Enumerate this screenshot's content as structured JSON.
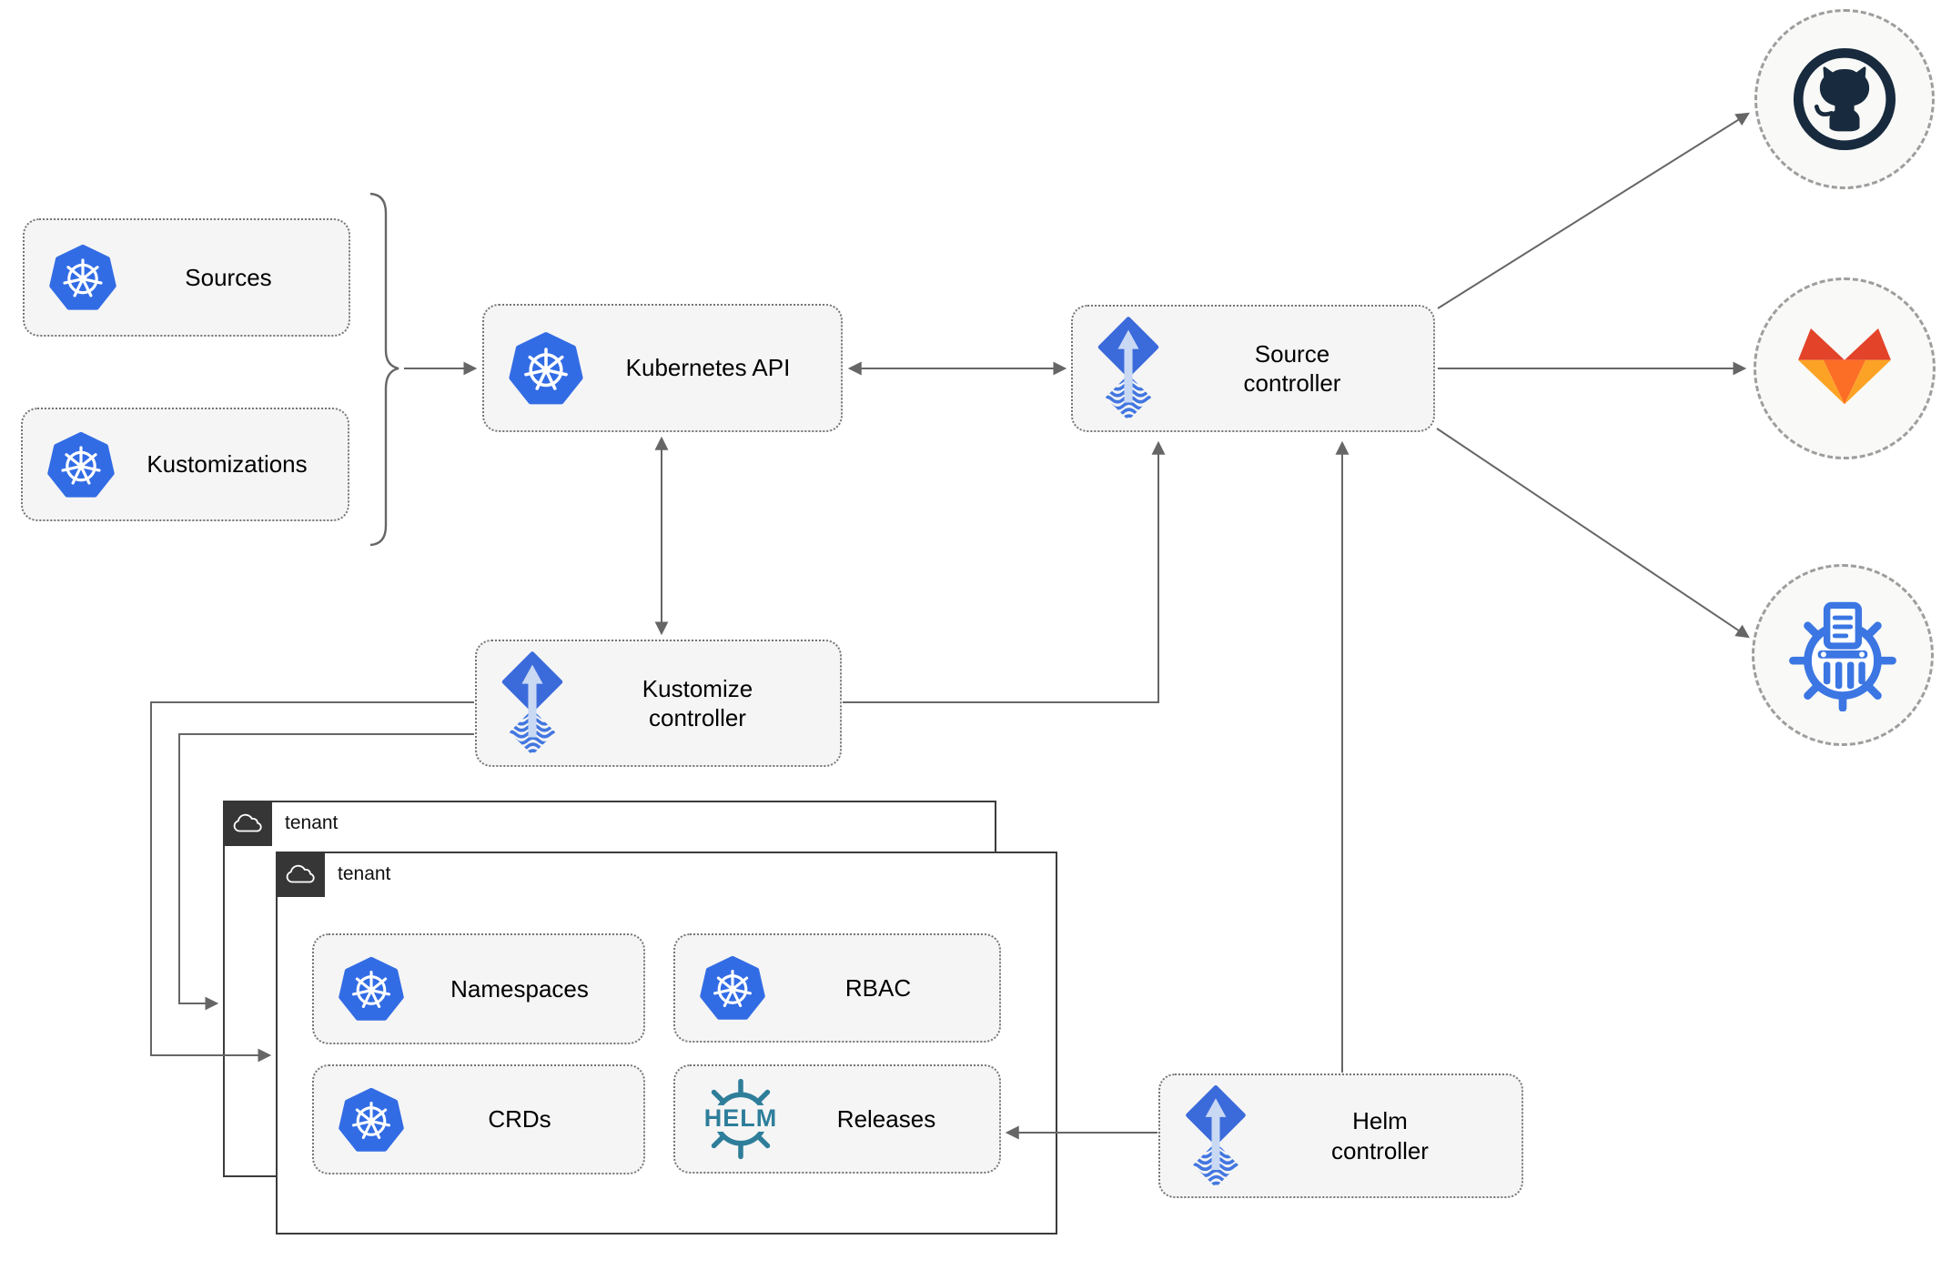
{
  "nodes": {
    "sources": "Sources",
    "kustomizations": "Kustomizations",
    "kubernetes_api": "Kubernetes API",
    "source_controller": "Source controller",
    "kustomize_controller": "Kustomize controller",
    "helm_controller": "Helm controller",
    "tenant_outer": "tenant",
    "tenant_inner": "tenant",
    "namespaces": "Namespaces",
    "rbac": "RBAC",
    "crds": "CRDs",
    "releases": "Releases"
  },
  "icons": {
    "helm_wordmark": "HELM",
    "kubernetes_icon": "kubernetes-wheel",
    "flux_icon": "flux-diamond-arrow",
    "cloud_icon": "cloud",
    "github_icon": "github-octocat",
    "gitlab_icon": "gitlab-tanuki",
    "helm_repository_icon": "chart-museum-wheel"
  },
  "colors": {
    "kubernetes_blue": "#326CE5",
    "flux_blue": "#3B6BDB",
    "flux_light": "#C9D8F3",
    "helm_teal": "#2E7E9A",
    "gitlab_red": "#E24329",
    "gitlab_orange": "#FC6D26",
    "gitlab_light_orange": "#FCA326",
    "github_dark": "#182A3D",
    "connector_gray": "#666666",
    "node_fill": "#F5F5F5",
    "tenant_dark": "#363636"
  }
}
